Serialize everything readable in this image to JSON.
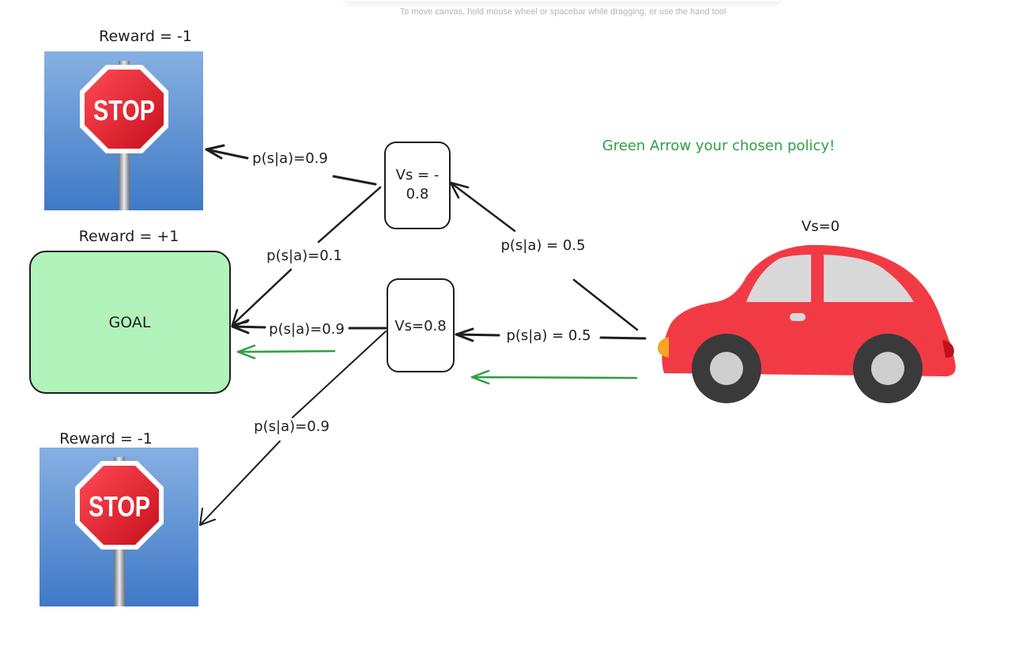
{
  "canvas": {
    "hint": "To move canvas, hold mouse wheel or spacebar while dragging, or use the hand tool"
  },
  "states": {
    "stop_top": {
      "reward_label": "Reward = -1",
      "sign_text": "STOP"
    },
    "goal": {
      "reward_label": "Reward = +1",
      "label": "GOAL"
    },
    "stop_bottom": {
      "reward_label": "Reward = -1",
      "sign_text": "STOP"
    },
    "upper_state": {
      "value_line1": "Vs = -",
      "value_line2": "0.8"
    },
    "middle_state": {
      "value": "Vs=0.8"
    },
    "car": {
      "value": "Vs=0"
    }
  },
  "transitions": {
    "upper_to_stop_top": "p(s|a)=0.9",
    "upper_to_goal": "p(s|a)=0.1",
    "middle_to_goal": "p(s|a)=0.9",
    "middle_to_stop_bottom": "p(s|a)=0.9",
    "car_to_upper": "p(s|a) = 0.5",
    "car_to_middle": "p(s|a) = 0.5"
  },
  "annotation": {
    "policy_note": "Green Arrow your chosen policy!"
  },
  "colors": {
    "stroke": "#1e1e1e",
    "policy_green": "#2f9e44",
    "goal_fill": "#b2f2bb",
    "sky_light": "#86b0e2",
    "sky_dark": "#3f79c6",
    "stop_red": "#e8202e",
    "car_red": "#f23a44"
  }
}
